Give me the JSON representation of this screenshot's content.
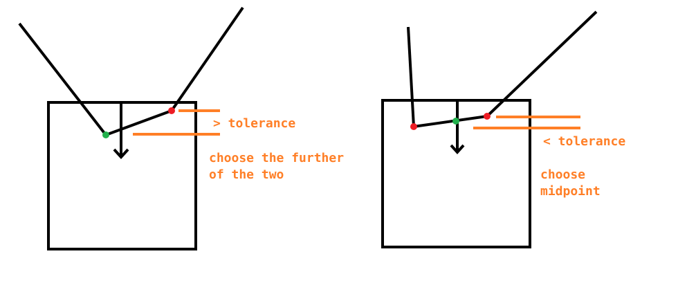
{
  "colors": {
    "ink": "#000000",
    "accent": "#ff7f27",
    "point_red": "#ed1c24",
    "point_green": "#22b14c"
  },
  "left_panel": {
    "comparison": "> tolerance",
    "instruction_line1": "choose the further",
    "instruction_line2": "of the two"
  },
  "right_panel": {
    "comparison": "< tolerance",
    "instruction_line1": "choose",
    "instruction_line2": "midpoint"
  }
}
